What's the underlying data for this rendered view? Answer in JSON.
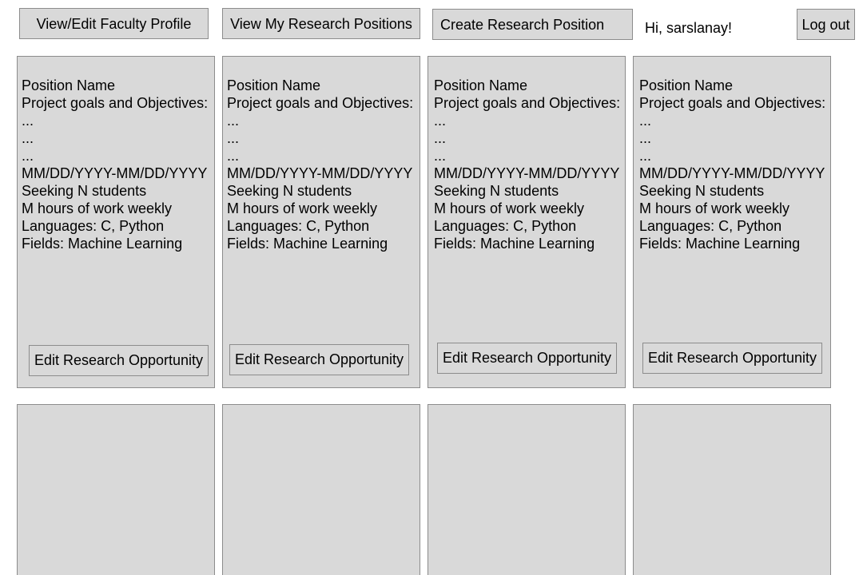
{
  "header": {
    "profile_button": "View/Edit Faculty Profile",
    "positions_button": "View My Research Positions",
    "create_button": "Create Research Position",
    "greeting": "Hi, sarslanay!",
    "logout_button": "Log out"
  },
  "cards": [
    {
      "position_name": "Position Name",
      "goals_label": "Project goals and Objectives:",
      "goal_lines": [
        "...",
        "...",
        "..."
      ],
      "dates": "MM/DD/YYYY-MM/DD/YYYY",
      "seeking": "Seeking N students",
      "hours": "M hours of work weekly",
      "languages": "Languages: C, Python",
      "fields": "Fields: Machine Learning",
      "edit_button": "Edit Research Opportunity"
    },
    {
      "position_name": "Position Name",
      "goals_label": "Project goals and Objectives:",
      "goal_lines": [
        "...",
        "...",
        "..."
      ],
      "dates": "MM/DD/YYYY-MM/DD/YYYY",
      "seeking": "Seeking N students",
      "hours": "M hours of work weekly",
      "languages": "Languages: C, Python",
      "fields": "Fields: Machine Learning",
      "edit_button": "Edit Research Opportunity"
    },
    {
      "position_name": "Position Name",
      "goals_label": "Project goals and Objectives:",
      "goal_lines": [
        "...",
        "...",
        "..."
      ],
      "dates": "MM/DD/YYYY-MM/DD/YYYY",
      "seeking": "Seeking N students",
      "hours": "M hours of work weekly",
      "languages": "Languages: C, Python",
      "fields": "Fields: Machine Learning",
      "edit_button": "Edit Research Opportunity"
    },
    {
      "position_name": "Position Name",
      "goals_label": "Project goals and Objectives:",
      "goal_lines": [
        "...",
        "...",
        "..."
      ],
      "dates": "MM/DD/YYYY-MM/DD/YYYY",
      "seeking": "Seeking N students",
      "hours": "M hours of work weekly",
      "languages": "Languages: C, Python",
      "fields": "Fields: Machine Learning",
      "edit_button": "Edit Research Opportunity"
    }
  ],
  "colors": {
    "panel_fill": "#d9d9d9",
    "panel_border": "#8c8c8c",
    "background": "#ffffff"
  }
}
